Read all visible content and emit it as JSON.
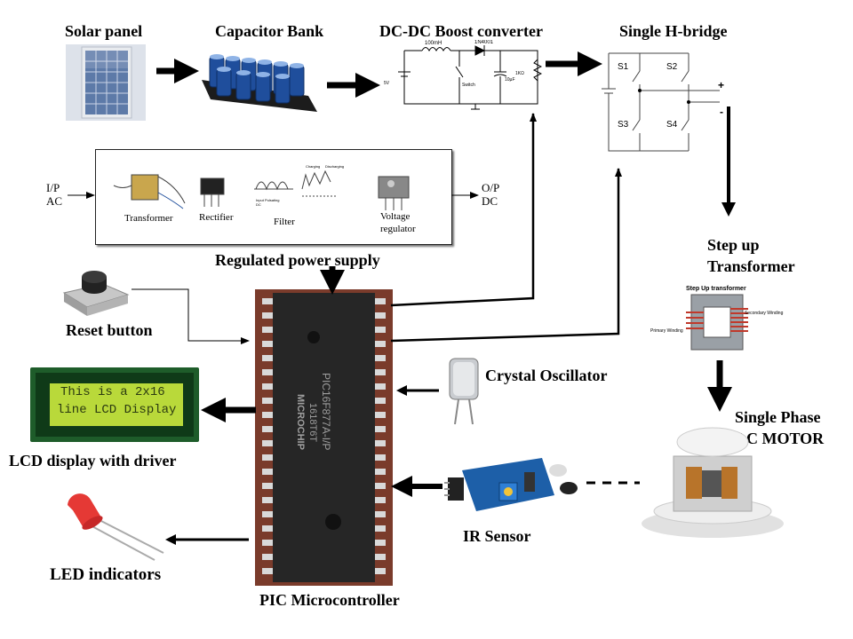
{
  "labels": {
    "solar": "Solar panel",
    "capacitor": "Capacitor Bank",
    "boost": "DC-DC Boost converter",
    "hbridge": "Single H-bridge",
    "rps": "Regulated power supply",
    "stepup_line1": "Step up",
    "stepup_line2": "Transformer",
    "reset": "Reset button",
    "crystal": "Crystal Oscillator",
    "lcd": "LCD display with driver",
    "motor_line1": "Single Phase",
    "motor_line2": "AC MOTOR",
    "ir": "IR Sensor",
    "led": "LED indicators",
    "pic": "PIC Microcontroller"
  },
  "boost_circuit": {
    "inductor": "100mH",
    "diode": "1N4001",
    "switch": "Switch",
    "capacitor": "10µF",
    "resistor": "1KΩ",
    "source": "5V"
  },
  "hbridge_circuit": {
    "s1": "S1",
    "s2": "S2",
    "s3": "S3",
    "s4": "S4",
    "plus": "+",
    "minus": "-"
  },
  "rps_box": {
    "input_line1": "I/P",
    "input_line2": "AC",
    "transformer": "Transformer",
    "rectifier": "Rectifier",
    "filter": "Filter",
    "regulator_line1": "Voltage",
    "regulator_line2": "regulator",
    "output_line1": "O/P",
    "output_line2": "DC",
    "charging": "Charging",
    "discharging": "Discharging",
    "pulsating_line1": "Input Pulsating",
    "pulsating_line2": "DC"
  },
  "stepup_diagram": {
    "title": "Step Up transformer",
    "primary": "Primary Winding",
    "secondary": "Secondary Winding"
  },
  "lcd_screen": {
    "line1": "This is a 2x16",
    "line2": "line LCD Display"
  },
  "chip": {
    "text1": "PIC16F877A-I/P",
    "text2": "1618T6T",
    "brand": "MICROCHIP"
  }
}
